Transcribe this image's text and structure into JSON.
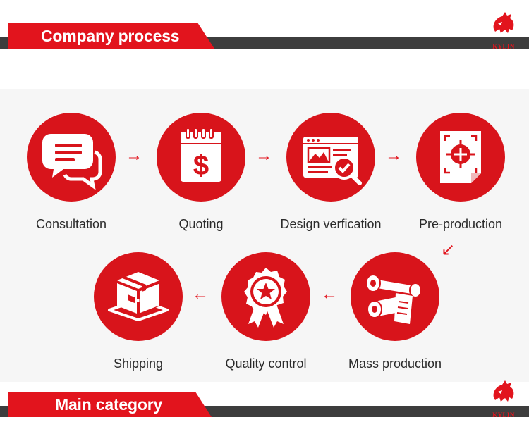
{
  "header": {
    "title": "Company process",
    "logo_text": "KYLIN"
  },
  "footer": {
    "title": "Main category",
    "logo_text": "KYLIN"
  },
  "steps": [
    {
      "label": "Consultation",
      "icon": "chat-bubbles-icon"
    },
    {
      "label": "Quoting",
      "icon": "price-calendar-icon"
    },
    {
      "label": "Design verfication",
      "icon": "design-check-icon"
    },
    {
      "label": "Pre-production",
      "icon": "crosshair-sheet-icon"
    },
    {
      "label": "Mass production",
      "icon": "rollers-icon"
    },
    {
      "label": "Quality control",
      "icon": "award-badge-icon"
    },
    {
      "label": "Shipping",
      "icon": "package-box-icon"
    }
  ],
  "arrows": {
    "right": "→",
    "left": "←",
    "down_left": "↙"
  },
  "colors": {
    "brand_red": "#e2141d",
    "circle_red": "#d8141b",
    "dark_bar": "#3d3d3d",
    "panel_bg": "#f6f6f6"
  }
}
